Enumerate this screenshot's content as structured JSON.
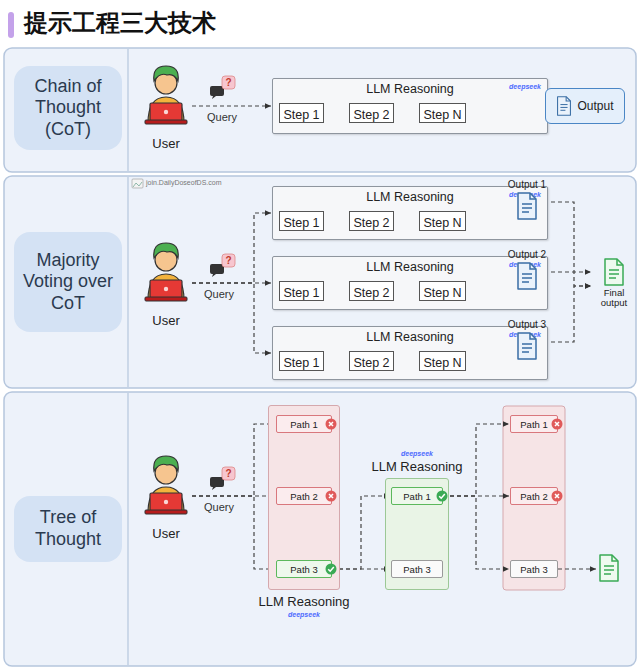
{
  "diagram": {
    "title": "提示工程三大技术",
    "nodes": [
      {
        "text": [
          "Chain of Thought (CoT)"
        ]
      },
      {
        "text": [
          "User"
        ]
      },
      {
        "text": [
          "LLM Reasoning",
          "deepseek"
        ]
      },
      {
        "text": [
          "Step 1"
        ],
        "in": 2
      },
      {
        "text": [
          "Step 2"
        ],
        "in": 2
      },
      {
        "text": [
          "Step N"
        ],
        "in": 2
      },
      {
        "text": [
          "Output"
        ]
      },
      {
        "text": [
          "Majority Voting over CoT"
        ]
      },
      {
        "text": [
          "User"
        ]
      },
      {
        "text": [
          "LLM Reasoning",
          "deepseek"
        ]
      },
      {
        "text": [
          "Step 1"
        ],
        "in": 9
      },
      {
        "text": [
          "Step 2"
        ],
        "in": 9
      },
      {
        "text": [
          "Step N"
        ],
        "in": 9
      },
      {
        "text": [
          "LLM Reasoning",
          "deepseek"
        ]
      },
      {
        "text": [
          "Step 1"
        ],
        "in": 13
      },
      {
        "text": [
          "Step 2"
        ],
        "in": 13
      },
      {
        "text": [
          "Step N"
        ],
        "in": 13
      },
      {
        "text": [
          "LLM Reasoning",
          "deepseek"
        ]
      },
      {
        "text": [
          "Step 1"
        ],
        "in": 17
      },
      {
        "text": [
          "Step 2"
        ],
        "in": 17
      },
      {
        "text": [
          "Step N"
        ],
        "in": 17
      },
      {
        "text": [
          "Output 1"
        ]
      },
      {
        "text": [
          "Output 2"
        ]
      },
      {
        "text": [
          "Output 3"
        ]
      },
      {
        "text": [
          "Final output"
        ]
      },
      {
        "text": [
          "Tree of Thought"
        ]
      },
      {
        "text": [
          "User"
        ]
      },
      {
        "text": [
          "LLM Reasoning",
          "deepseek"
        ]
      },
      {
        "text": [
          "Path 1"
        ],
        "in": 27
      },
      {
        "text": [
          "Path 2"
        ],
        "in": 27
      },
      {
        "text": [
          "Path 3"
        ],
        "in": 27
      },
      {
        "text": [
          "deepseek",
          "LLM Reasoning"
        ]
      },
      {
        "text": [
          "Path 1"
        ],
        "in": 31
      },
      {
        "text": [
          "Path 3"
        ],
        "in": 31
      },
      {
        "text": [
          "Path 1"
        ]
      },
      {
        "text": [
          "Path 2"
        ]
      },
      {
        "text": [
          "Path 3"
        ]
      }
    ],
    "edges": [
      {
        "from": 1,
        "to": 2,
        "arrow": "to"
      },
      {
        "from": 3,
        "to": 4,
        "arrow": "to"
      },
      {
        "from": 4,
        "to": 5,
        "arrow": "to"
      },
      {
        "from": 2,
        "to": 6,
        "arrow": "to"
      },
      {
        "from": 8,
        "to": 9,
        "arrow": "to"
      },
      {
        "from": 8,
        "to": 13,
        "arrow": "to"
      },
      {
        "from": 8,
        "to": 17,
        "arrow": "to"
      },
      {
        "from": 10,
        "to": 11,
        "arrow": "to"
      },
      {
        "from": 11,
        "to": 12,
        "arrow": "to"
      },
      {
        "from": 14,
        "to": 15,
        "arrow": "to"
      },
      {
        "from": 15,
        "to": 16,
        "arrow": "to"
      },
      {
        "from": 18,
        "to": 19,
        "arrow": "to"
      },
      {
        "from": 19,
        "to": 20,
        "arrow": "to"
      },
      {
        "from": 9,
        "to": 21,
        "arrow": "to"
      },
      {
        "from": 13,
        "to": 22,
        "arrow": "to"
      },
      {
        "from": 17,
        "to": 23,
        "arrow": "to"
      },
      {
        "from": 21,
        "to": 24,
        "arrow": "to"
      },
      {
        "from": 22,
        "to": 24,
        "arrow": "to"
      },
      {
        "from": 23,
        "to": 24,
        "arrow": "to"
      },
      {
        "from": 26,
        "to": 28,
        "arrow": "to"
      },
      {
        "from": 26,
        "to": 29,
        "arrow": "to"
      },
      {
        "from": 26,
        "to": 30,
        "arrow": "to"
      },
      {
        "from": 30,
        "to": 32,
        "arrow": "to"
      },
      {
        "from": 30,
        "to": 33,
        "arrow": "to"
      },
      {
        "from": 32,
        "to": 34,
        "arrow": "to"
      },
      {
        "from": 32,
        "to": 35,
        "arrow": "to"
      },
      {
        "from": 32,
        "to": 36,
        "arrow": "to"
      }
    ],
    "labels": [
      "?",
      "Query",
      "join.DailyDoseofDS.com",
      "?",
      "Query",
      "?",
      "Query"
    ]
  }
}
